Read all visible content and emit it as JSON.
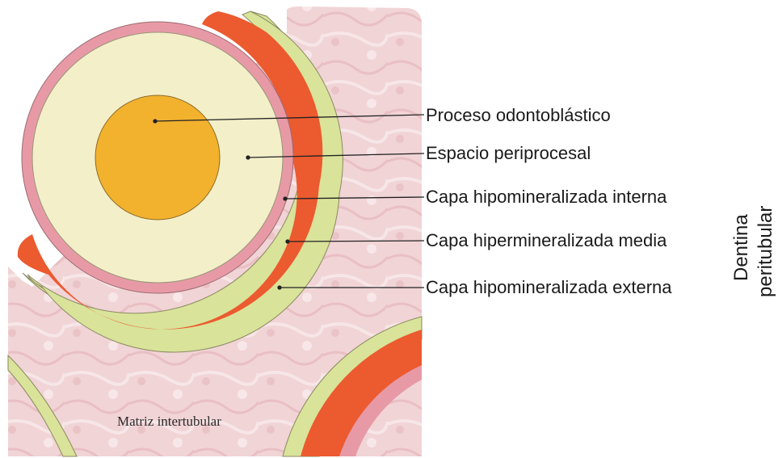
{
  "labels": [
    "Proceso odontoblástico",
    "Espacio periprocesal",
    "Capa hipomineralizada interna",
    "Capa hipermineralizada media",
    "Capa hipomineralizada externa"
  ],
  "matrix_label": "Matriz intertubular",
  "side_label": [
    "Dentina",
    "peritubular"
  ],
  "colors": {
    "process": "#f2b22e",
    "periprocess": "#f3efc9",
    "inner_layer": "#e79aa6",
    "middle_layer": "#ec5a2f",
    "outer_layer": "#d9e39a",
    "matrix": "#f1d6d6",
    "lines": "#222222"
  }
}
